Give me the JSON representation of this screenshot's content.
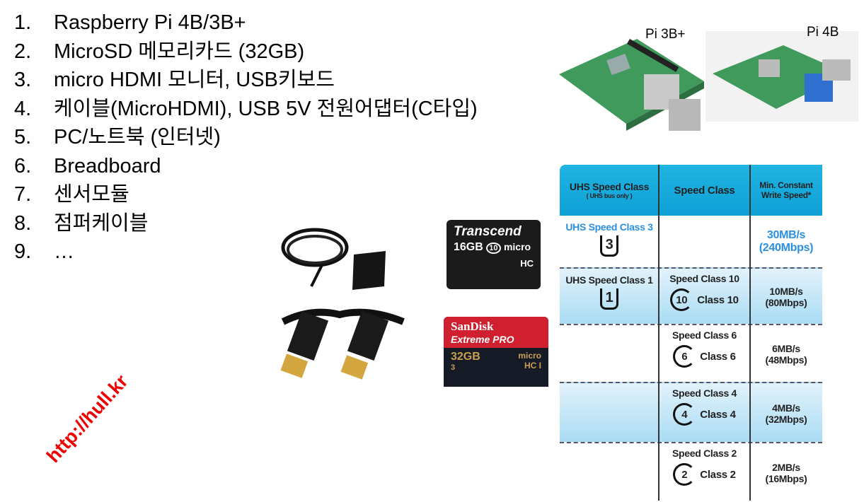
{
  "list": [
    {
      "n": "1.",
      "t": "Raspberry Pi 4B/3B+"
    },
    {
      "n": "2.",
      "t": "MicroSD 메모리카드 (32GB)"
    },
    {
      "n": "3.",
      "t": "micro HDMI 모니터,  USB키보드"
    },
    {
      "n": "4.",
      "t": "케이블(MicroHDMI),  USB 5V 전원어댑터(C타입)"
    },
    {
      "n": "5.",
      "t": "PC/노트북 (인터넷)"
    },
    {
      "n": "6.",
      "t": "Breadboard"
    },
    {
      "n": "7.",
      "t": "센서모듈"
    },
    {
      "n": "8.",
      "t": "점퍼케이블"
    },
    {
      "n": "9.",
      "t": "…"
    }
  ],
  "watermark": "http://hull.kr",
  "pi_labels": {
    "pi3": "Pi 3B+",
    "pi4": "Pi 4B"
  },
  "cards": {
    "transcend": {
      "brand": "Transcend",
      "cap": "16GB",
      "cls": "10",
      "micro": "micro",
      "hc": "HC"
    },
    "sandisk": {
      "brand": "SanDisk",
      "line": "Extreme PRO",
      "cap": "32GB",
      "uhs": "3",
      "micro": "micro",
      "hc": "HC I"
    }
  },
  "table": {
    "headers": {
      "uhs": "UHS Speed Class",
      "uhs_sub": "( UHS bus only )",
      "speed": "Speed Class",
      "min1": "Min. Constant",
      "min2": "Write Speed*"
    },
    "rows": [
      {
        "uhs_label": "UHS Speed Class 3",
        "uhs_num": "3",
        "sc_label": "",
        "sc_num": "",
        "sc_text": "",
        "speed": "30MB/s",
        "mbps": "(240Mbps)"
      },
      {
        "uhs_label": "UHS Speed Class 1",
        "uhs_num": "1",
        "sc_label": "Speed Class 10",
        "sc_num": "10",
        "sc_text": "Class 10",
        "speed": "10MB/s",
        "mbps": "(80Mbps)"
      },
      {
        "uhs_label": "",
        "uhs_num": "",
        "sc_label": "Speed Class 6",
        "sc_num": "6",
        "sc_text": "Class 6",
        "speed": "6MB/s",
        "mbps": "(48Mbps)"
      },
      {
        "uhs_label": "",
        "uhs_num": "",
        "sc_label": "Speed Class 4",
        "sc_num": "4",
        "sc_text": "Class 4",
        "speed": "4MB/s",
        "mbps": "(32Mbps)"
      },
      {
        "uhs_label": "",
        "uhs_num": "",
        "sc_label": "Speed Class 2",
        "sc_num": "2",
        "sc_text": "Class 2",
        "speed": "2MB/s",
        "mbps": "(16Mbps)"
      }
    ]
  },
  "colors": {
    "header": "#1fb4e2",
    "accent_blue": "#2a8fe0",
    "watermark": "#e00000"
  }
}
